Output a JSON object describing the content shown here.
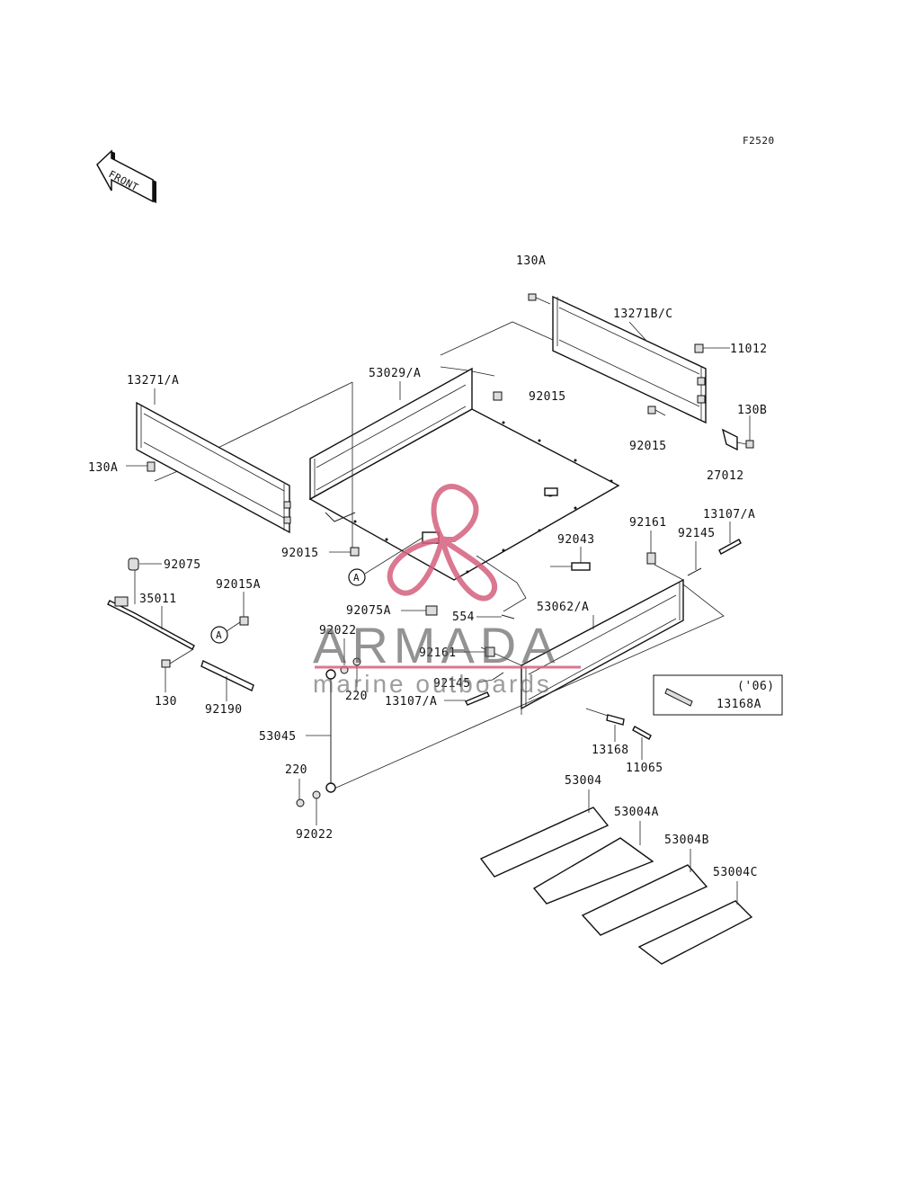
{
  "figure_code": "F2520",
  "front_label": "FRONT",
  "ref_marker": "A",
  "labels": {
    "l130A_top": "130A",
    "l13271BC": "13271B/C",
    "l11012": "11012",
    "l53029A": "53029/A",
    "l92015_a": "92015",
    "l13271A": "13271/A",
    "l130B": "130B",
    "l92015_b": "92015",
    "l27012": "27012",
    "l130A_left": "130A",
    "l92161_a": "92161",
    "l13107A_a": "13107/A",
    "l92145_a": "92145",
    "l92043": "92043",
    "l92015_c": "92015",
    "l92075": "92075",
    "l92015A": "92015A",
    "l35011": "35011",
    "l92075A": "92075A",
    "l554": "554",
    "l53062A": "53062/A",
    "l92022_a": "92022",
    "l92161_b": "92161",
    "l92145_b": "92145",
    "l220_a": "220",
    "l13107A_b": "13107/A",
    "l130": "130",
    "l92190": "92190",
    "l53045": "53045",
    "l13168": "13168",
    "l11065": "11065",
    "l220_b": "220",
    "l92022_b": "92022",
    "l53004": "53004",
    "l53004A": "53004A",
    "l53004B": "53004B",
    "l53004C": "53004C"
  },
  "inset": {
    "year": "('06)",
    "part": "13168A"
  },
  "watermark": {
    "brand": "ARMADA",
    "tagline": "marine outboards",
    "brand_color": "#555555",
    "accent_color": "#d4607e"
  }
}
